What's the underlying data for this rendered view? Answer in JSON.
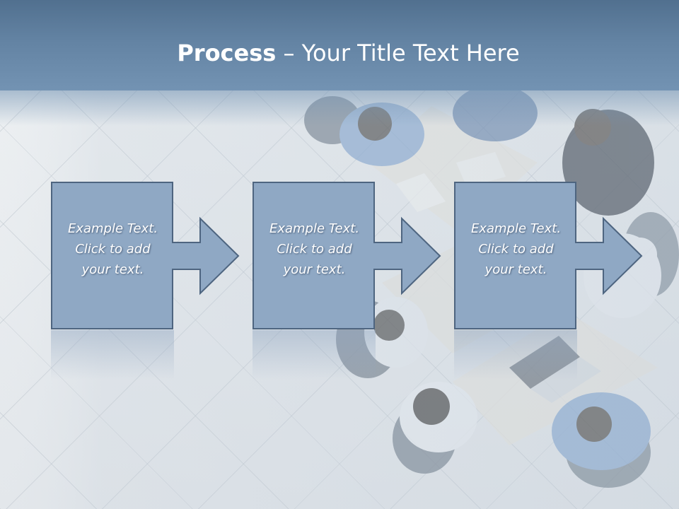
{
  "slide": {
    "title_bold": "Process",
    "title_rest": " – Your Title Text Here"
  },
  "steps": [
    {
      "line1": "Example Text.",
      "line2": "Click  to add",
      "line3": "your text."
    },
    {
      "line1": "Example Text.",
      "line2": "Click  to add",
      "line3": "your text."
    },
    {
      "line1": "Example Text.",
      "line2": "Click  to add",
      "line3": "your text."
    }
  ],
  "colors": {
    "title_band": "#6383a3",
    "block_fill": "#8fa8c4",
    "block_stroke": "#4e6580"
  },
  "icons": [
    "arrow-right-icon"
  ]
}
